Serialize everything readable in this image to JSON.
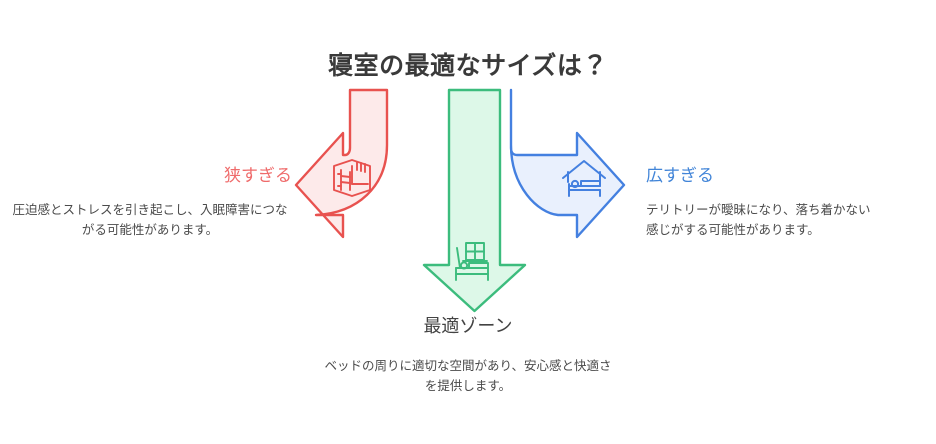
{
  "header": {
    "title": "寝室の最適なサイズは？"
  },
  "colors": {
    "narrow_stroke": "#e8524f",
    "narrow_fill": "#fdeaea",
    "narrow_label": "#ef6b6b",
    "optimal_stroke": "#3cbc7d",
    "optimal_fill": "#ddf8e8",
    "optimal_label": "#434343",
    "wide_stroke": "#4480e0",
    "wide_fill": "#e9f0fd",
    "wide_label": "#4285d8",
    "title": "#3a3a3a",
    "body_text": "#4b4b4b",
    "background": "#ffffff"
  },
  "branches": {
    "narrow": {
      "label": "狭すぎる",
      "description": "圧迫感とストレスを引き起こし、入眠障害につながる可能性があります。",
      "icon": "cramped-box-bed-icon",
      "arrow": "curved-arrow-left"
    },
    "optimal": {
      "label": "最適ゾーン",
      "description": "ベッドの周りに適切な空間があり、安心感と快適さを提供します。",
      "icon": "bed-with-window-icon",
      "arrow": "straight-arrow-down"
    },
    "wide": {
      "label": "広すぎる",
      "description": "テリトリーが曖昧になり、落ち着かない感じがする可能性があります。",
      "icon": "house-with-bed-icon",
      "arrow": "curved-arrow-right"
    }
  }
}
